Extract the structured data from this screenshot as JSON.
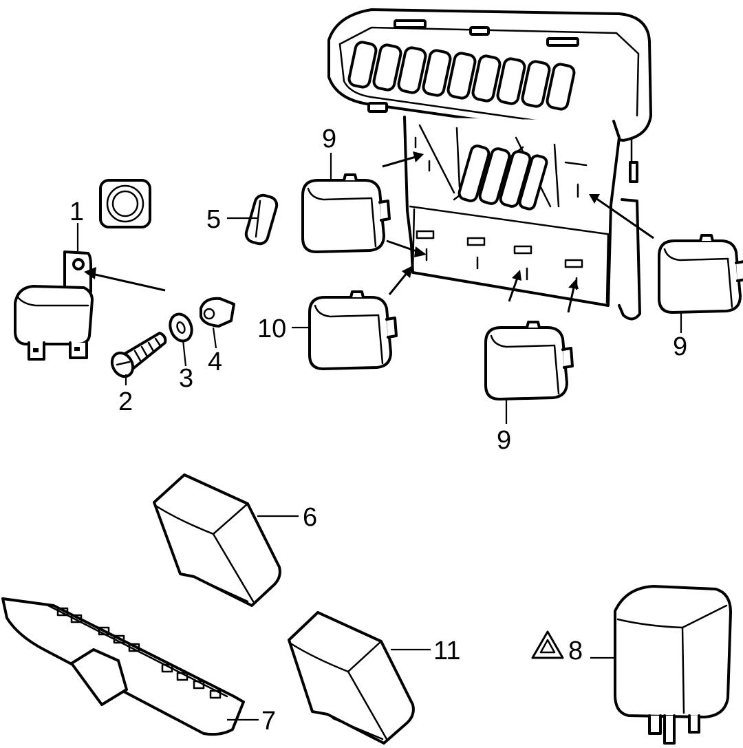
{
  "callouts": {
    "c1": "1",
    "c2": "2",
    "c3": "3",
    "c4": "4",
    "c5": "5",
    "c6": "6",
    "c7": "7",
    "c8": "8",
    "c9a": "9",
    "c9b": "9",
    "c9c": "9",
    "c10": "10",
    "c11": "11"
  },
  "symbols": {
    "warning": "warning-triangle-icon"
  },
  "colors": {
    "line": "#000000",
    "background": "#ffffff"
  }
}
